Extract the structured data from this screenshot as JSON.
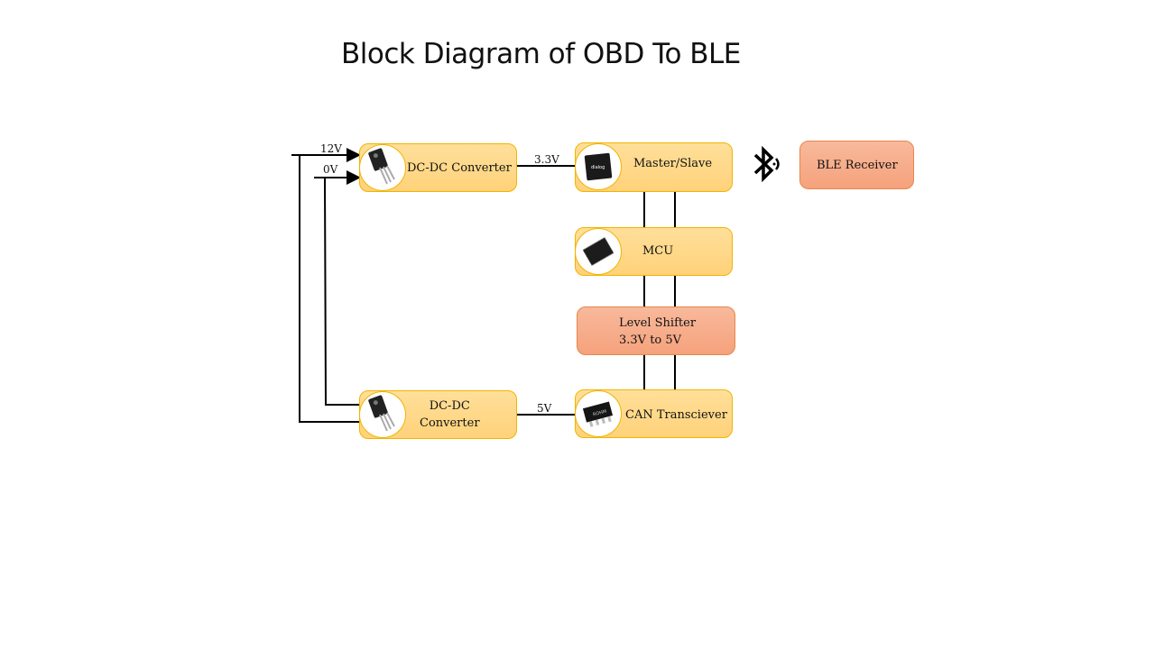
{
  "title": "Block Diagram of OBD To BLE",
  "wire_labels": {
    "v12": "12V",
    "v0": "0V",
    "v33": "3.3V",
    "v5": "5V"
  },
  "blocks": {
    "dcdc_top": {
      "label": "DC-DC Converter",
      "icon": "transistor-icon"
    },
    "master_slave": {
      "label": "Master/Slave",
      "icon": "dialog-chip-icon"
    },
    "ble_receiver": {
      "label": "BLE Receiver"
    },
    "mcu": {
      "label": "MCU",
      "icon": "qfp-chip-icon"
    },
    "level_shifter": {
      "line1": "Level Shifter",
      "line2": "3.3V to 5V"
    },
    "dcdc_bottom": {
      "line1": "DC-DC",
      "line2": "Converter",
      "icon": "transistor-icon"
    },
    "can_transceiver": {
      "label": "CAN Transciever",
      "icon": "soic-chip-icon"
    }
  },
  "bluetooth_icon": "bluetooth-icon",
  "colors": {
    "yellow_block": "#ffd986",
    "yellow_border": "#f2b400",
    "orange_block": "#f7ad8b",
    "orange_border": "#e8864a"
  }
}
